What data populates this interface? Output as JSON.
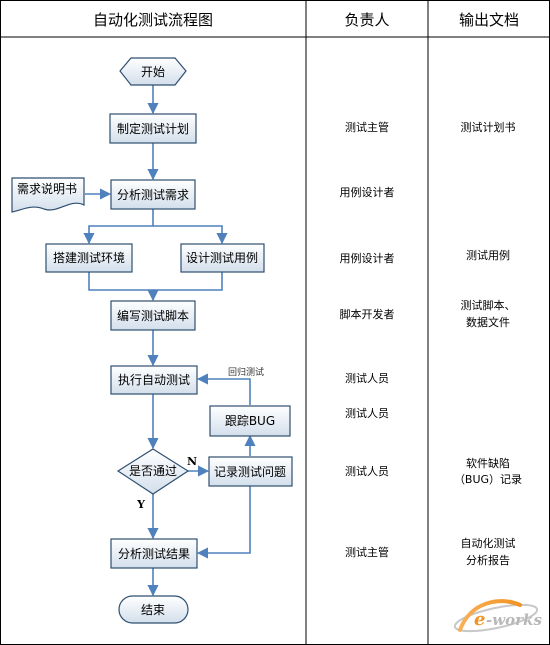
{
  "header": {
    "col1": "自动化测试流程图",
    "col2": "负责人",
    "col3": "输出文档"
  },
  "flow": {
    "start": "开始",
    "plan": "制定测试计划",
    "req_doc": "需求说明书",
    "analyze": "分析测试需求",
    "env": "搭建测试环境",
    "design": "设计测试用例",
    "script": "编写测试脚本",
    "execute": "执行自动测试",
    "retest": "回归测试",
    "track": "跟踪BUG",
    "decision": "是否通过",
    "no_label": "N",
    "yes_label": "Y",
    "record": "记录测试问题",
    "result": "分析测试结果",
    "end": "结束"
  },
  "owners": [
    "测试主管",
    "用例设计者",
    "用例设计者",
    "脚本开发者",
    "测试人员",
    "测试人员",
    "测试人员",
    "测试主管"
  ],
  "outputs": {
    "plan": "测试计划书",
    "cases": "测试用例",
    "script_line1": "测试脚本、",
    "script_line2": "数据文件",
    "bug_line1": "软件缺陷",
    "bug_line2": "（BUG）记录",
    "report_line1": "自动化测试",
    "report_line2": "分析报告"
  },
  "watermark": "e-works",
  "colors": {
    "box_top": "#ffffff",
    "box_bottom": "#d9e3ef",
    "box_border": "#2f4f6f",
    "arrow": "#4f81bd",
    "logo_orange": "#f29422",
    "logo_gray": "#b8b8b8"
  }
}
